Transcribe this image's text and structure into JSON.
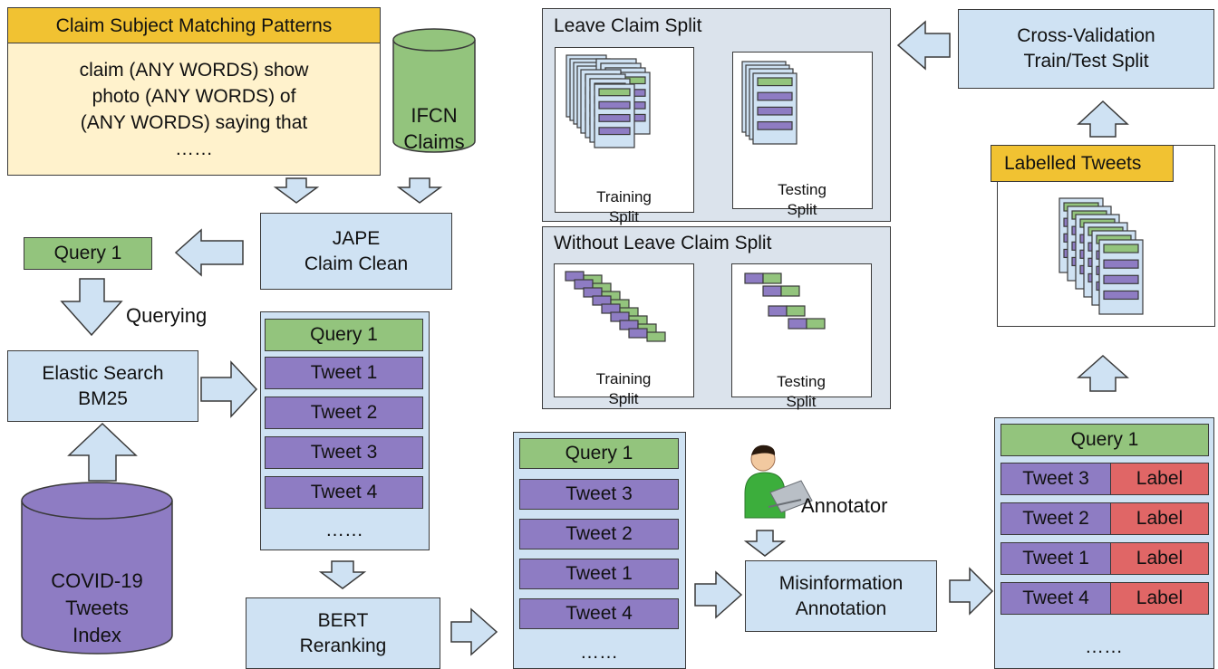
{
  "patterns": {
    "title": "Claim Subject Matching Patterns",
    "body": "claim (ANY WORDS) show\nphoto (ANY WORDS) of\n(ANY WORDS) saying that\n……"
  },
  "ifcn": "IFCN\nClaims",
  "jape": "JAPE\nClaim Clean",
  "query_node": "Query 1",
  "querying": "Querying",
  "elastic": "Elastic Search\nBM25",
  "covid": "COVID-19\nTweets\nIndex",
  "retrieved": {
    "query": "Query 1",
    "tweets": [
      "Tweet 1",
      "Tweet 2",
      "Tweet 3",
      "Tweet 4"
    ],
    "more": "……"
  },
  "bert": "BERT\nReranking",
  "reranked": {
    "query": "Query 1",
    "tweets": [
      "Tweet 3",
      "Tweet 2",
      "Tweet 1",
      "Tweet 4"
    ],
    "more": "……"
  },
  "annotator": "Annotator",
  "misinfo": "Misinformation\nAnnotation",
  "labelled_list": {
    "query": "Query 1",
    "tweets": [
      "Tweet 3",
      "Tweet 2",
      "Tweet 1",
      "Tweet 4"
    ],
    "label": "Label",
    "more": "……"
  },
  "labelled_tweets": "Labelled Tweets",
  "crossval": "Cross-Validation\nTrain/Test Split",
  "leave_split": {
    "title": "Leave Claim Split",
    "training": "Training\nSplit",
    "testing": "Testing\nSplit"
  },
  "without_split": {
    "title": "Without Leave Claim Split",
    "training": "Training\nSplit",
    "testing": "Testing\nSplit"
  },
  "colors": {
    "light_blue": "#cfe2f3",
    "green": "#93c47d",
    "purple": "#8e7cc3",
    "red": "#e06666",
    "orange": "#f1c232",
    "yellow": "#fff2cc",
    "grey_panel": "#dbe3ec"
  }
}
